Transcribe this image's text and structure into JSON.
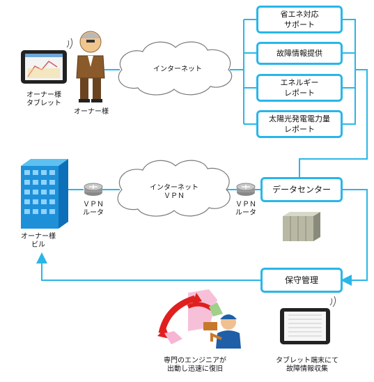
{
  "services": {
    "energy_saving": "省エネ対応\nサポート",
    "fault_info": "故障情報提供",
    "energy_report": "エネルギー\nレポート",
    "solar_report": "太陽光発電電力量\nレポート"
  },
  "cloud_top": "インターネット",
  "cloud_middle": "インターネット\nＶＰＮ",
  "vpn_router_left": "ＶＰＮ\nルータ",
  "vpn_router_right": "ＶＰＮ\nルータ",
  "owner_tablet": "オーナー様\nタブレット",
  "owner_person": "オーナー様",
  "owner_building": "オーナー様\nビル",
  "data_center": "データセンター",
  "maintenance": "保守管理",
  "engineer_caption": "専門のエンジニアが\n出動し迅速に復旧",
  "tablet_caption": "タブレット端末にて\n故障情報収集",
  "colors": {
    "line": "#29b6e8",
    "building": "#1e90d8"
  }
}
